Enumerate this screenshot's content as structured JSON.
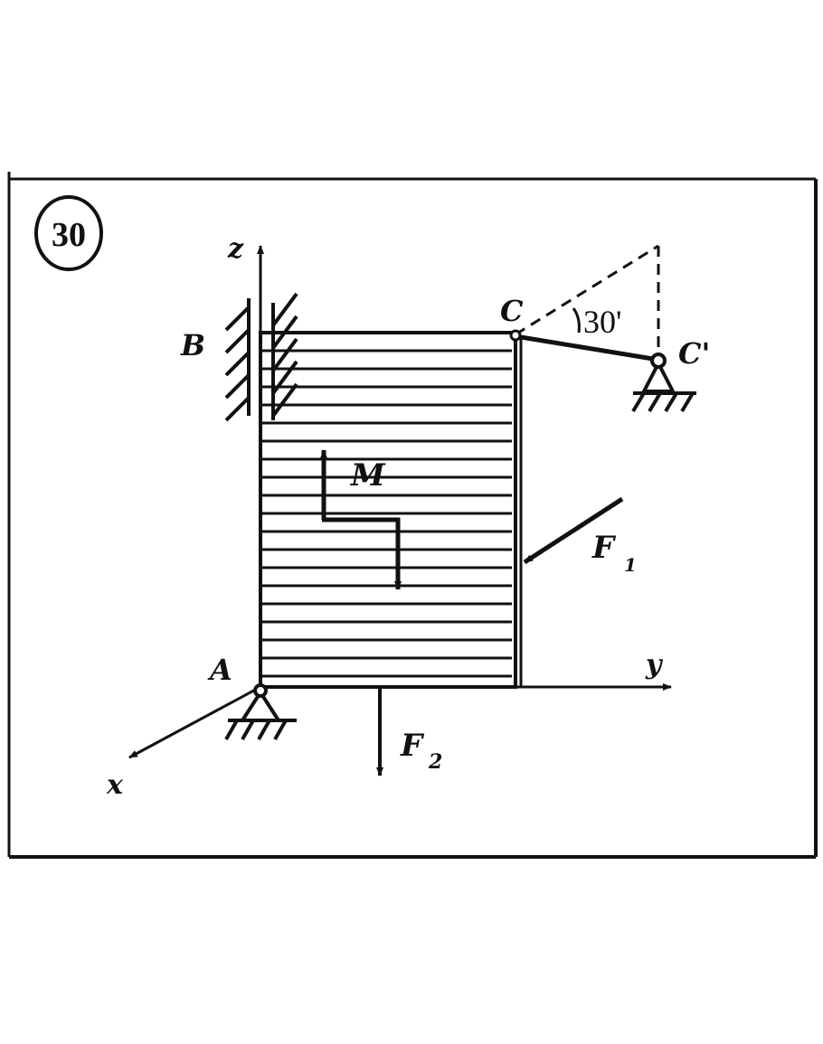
{
  "problem_number": "30",
  "labels": {
    "z": "z",
    "y": "y",
    "x": "x",
    "A": "A",
    "B": "B",
    "C": "C",
    "C_prime": "C'",
    "M": "M",
    "F1": "F",
    "F1_sub": "1",
    "F2": "F",
    "F2_sub": "2",
    "angle": "30'"
  },
  "colors": {
    "ink": "#111111",
    "background": "#ffffff"
  }
}
